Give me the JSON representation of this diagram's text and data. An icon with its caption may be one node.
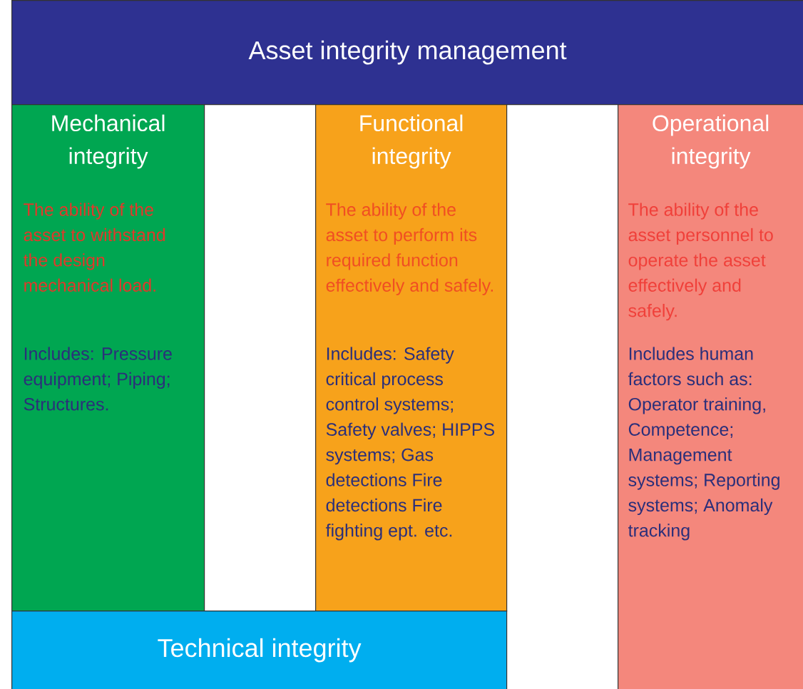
{
  "diagram": {
    "nodes": [
      {
        "text": [
          "Asset integrity management"
        ]
      },
      {
        "text": [
          "Mechanical integrity",
          "The ability of the asset to withstand the design mechanical load.",
          "Includes: Pressure equipment; Piping; Structures."
        ]
      },
      {
        "text": [
          "Functional integrity",
          "The ability of the asset to perform its required function effectively and safely.",
          "Includes: Safety critical process control systems; Safety valves; HIPPS systems; Gas detections Fire detections Fire fighting ept. etc."
        ]
      },
      {
        "text": [
          "Operational integrity",
          "The ability of the asset personnel to operate the asset effectively and safely.",
          "Includes human factors such as: Operator training, Competence; Management systems; Reporting systems; Anomaly tracking"
        ]
      },
      {
        "text": [
          "Technical integrity"
        ]
      }
    ]
  }
}
